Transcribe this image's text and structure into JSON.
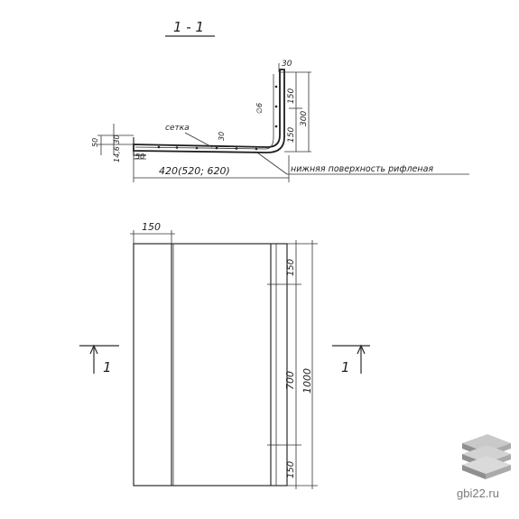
{
  "section_title": "1 - 1",
  "section_view": {
    "top_offset": "30",
    "rebar_dia": "∅6",
    "dim_150_upper": "150",
    "dim_150_lower": "150",
    "dim_300": "300",
    "label_setka": "сетка",
    "dim_30_mid": "30",
    "dim_50_left": "50",
    "dim_14_30": "14,6 30",
    "dim_50_bottom": "50",
    "dim_width": "420(520; 620)",
    "label_bottom_surface": "нижняя поверхность рифленая"
  },
  "plan_view": {
    "dim_top_150": "150",
    "dim_150_top": "150",
    "dim_700": "700",
    "dim_150_bottom": "150",
    "dim_1000": "1000",
    "section_mark_left": "1",
    "section_mark_right": "1"
  },
  "watermark": {
    "text": "gbi22.ru",
    "icon": "stacked-slabs-icon"
  }
}
